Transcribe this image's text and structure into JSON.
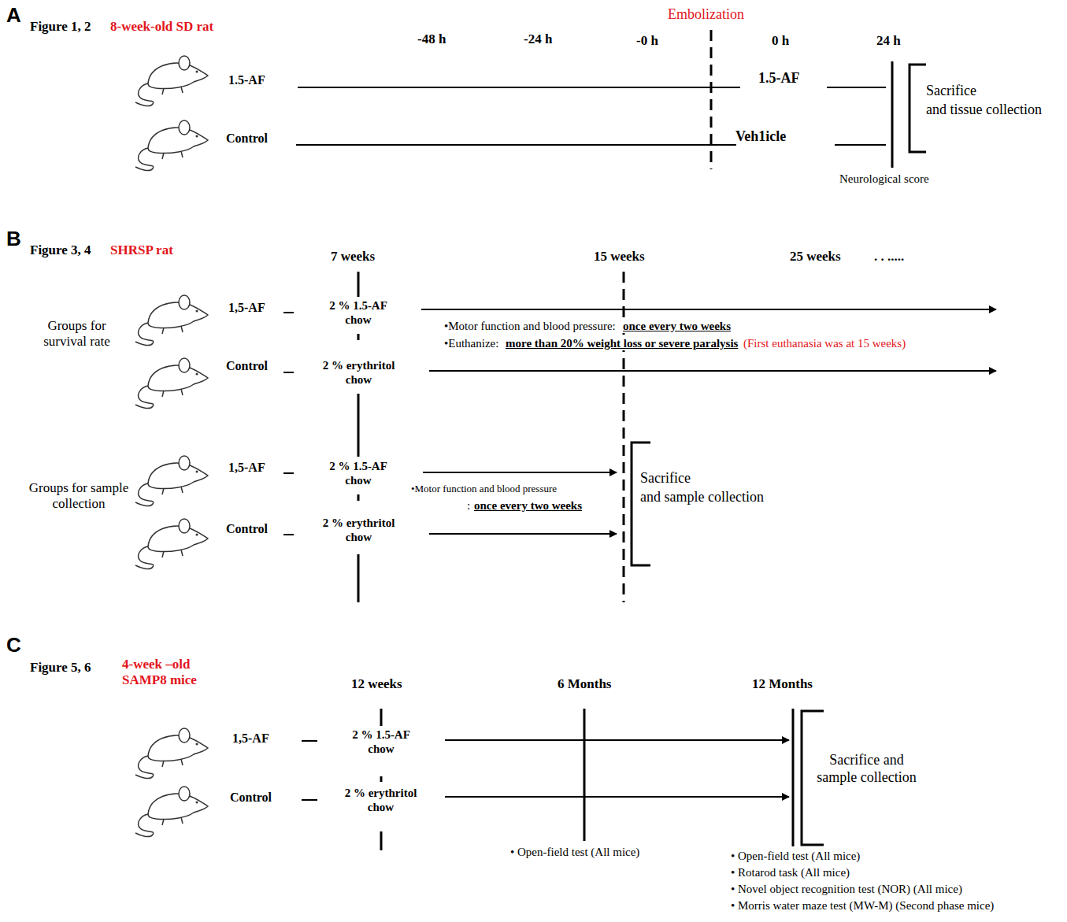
{
  "diagram": {
    "labels": [
      "A",
      "Figure 1, 2",
      "8-week-old SD rat",
      "Embolization",
      "-48 h",
      "-24 h",
      "-0 h",
      "0 h",
      "24 h",
      "1.5-AF",
      "Control",
      "1.5-AF",
      "Veh1icle",
      "Sacrifice",
      "and tissue collection",
      "Neurological score",
      "B",
      "Figure 3, 4",
      "SHRSP rat",
      "7 weeks",
      "15 weeks",
      "25 weeks",
      ".  .  .....",
      "Groups for survival rate",
      "1,5-AF",
      "2 % 1.5-AF chow",
      "Control",
      "2 % erythritol chow",
      "•Motor function and blood pressure:",
      "once every two weeks",
      "•Euthanize:",
      "more than 20% weight loss or severe paralysis",
      "(First euthanasia was at 15 weeks)",
      "Groups for sample collection",
      "1,5-AF",
      "2 % 1.5-AF chow",
      "Control",
      "2 % erythritol chow",
      "•Motor function and blood pressure",
      ":",
      "once every two weeks",
      "Sacrifice",
      "and sample collection",
      "C",
      "Figure 5, 6",
      "4-week –old SAMP8 mice",
      "12 weeks",
      "6 Months",
      "12 Months",
      "1,5-AF",
      "2 % 1.5-AF chow",
      "Control",
      "2 % erythritol chow",
      "Sacrifice and sample collection",
      "• Open-field test (All mice)",
      "• Open-field test (All mice)",
      "• Rotarod task (All mice)",
      "• Novel object recognition test (NOR) (All mice)",
      "• Morris water maze test (MW-M) (Second phase mice)"
    ]
  }
}
